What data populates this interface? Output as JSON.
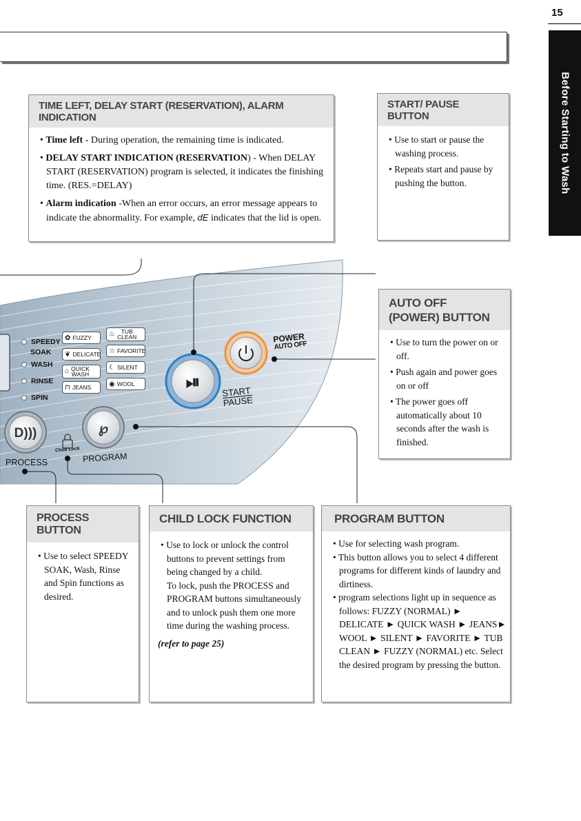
{
  "page": {
    "number": "15",
    "side_tab": "Before Starting to Wash"
  },
  "boxes": {
    "time_left": {
      "title": "TIME LEFT, DELAY START  (RESERVATION), ALARM INDICATION",
      "items": [
        {
          "bold": "Time left",
          "text": " - During operation, the remaining time is indicated."
        },
        {
          "bold": "DELAY START INDICATION (RESERVATION",
          "text": ") - When DELAY START (RESERVATION)  program is selected, it indicates the finishing time. (RES.=DELAY)"
        },
        {
          "bold": "Alarm indication",
          "text": " -When an error occurs, an error message appears to indicate the abnormality. For example, ",
          "code": "dE",
          "tail": " indicates that the lid is open."
        }
      ]
    },
    "start_pause": {
      "title": "START/ PAUSE BUTTON",
      "items": [
        "Use to start or pause the washing process.",
        "Repeats start and pause by pushing the button."
      ]
    },
    "auto_off": {
      "title_line1": "AUTO OFF",
      "title_line2": "(POWER) BUTTON",
      "items": [
        "Use to turn the power on or off.",
        "Push again and power goes on or off",
        "The power goes off automatically about 10 seconds after the wash is finished."
      ]
    },
    "process": {
      "title": "PROCESS BUTTON",
      "items": [
        "Use to select SPEEDY SOAK, Wash, Rinse and Spin functions as desired."
      ]
    },
    "child_lock": {
      "title": "CHILD LOCK FUNCTION",
      "items": [
        "Use to lock or unlock the control buttons to prevent settings from being changed by a child."
      ],
      "continuation": "To lock, push the PROCESS and PROGRAM buttons simultaneously and to unlock push them one more time during the washing process.",
      "ref": "(refer to page 25)"
    },
    "program": {
      "title": "PROGRAM BUTTON",
      "items": [
        "Use for selecting wash program.",
        "This button allows you to  select 4 different  programs for  different kinds  of laundry and dirtiness.",
        "program selections light up in sequence as follows: FUZZY (NORMAL) ► DELICATE ► QUICK WASH ► JEANS► WOOL ► SILENT ► FAVORITE ► TUB CLEAN ► FUZZY (NORMAL) etc. Select the desired program by pressing the button."
      ]
    }
  },
  "panel": {
    "indicators": [
      "SPEEDY",
      "SOAK",
      "WASH",
      "RINSE",
      "SPIN"
    ],
    "programs": {
      "fuzzy": "FUZZY",
      "delicate": "DELICATE",
      "quick_wash_1": "QUICK",
      "quick_wash_2": "WASH",
      "jeans": "JEANS",
      "tub_clean_1": "TUB",
      "tub_clean_2": "CLEAN",
      "favorite": "FAVORITE",
      "silent": "SILENT",
      "wool": "WOOL"
    },
    "labels": {
      "power": "POWER",
      "auto_off": "AUTO OFF",
      "start": "START",
      "pause": "PAUSE",
      "process": "PROCESS",
      "program": "PROGRAM",
      "child_lock": "Child Lock"
    }
  }
}
